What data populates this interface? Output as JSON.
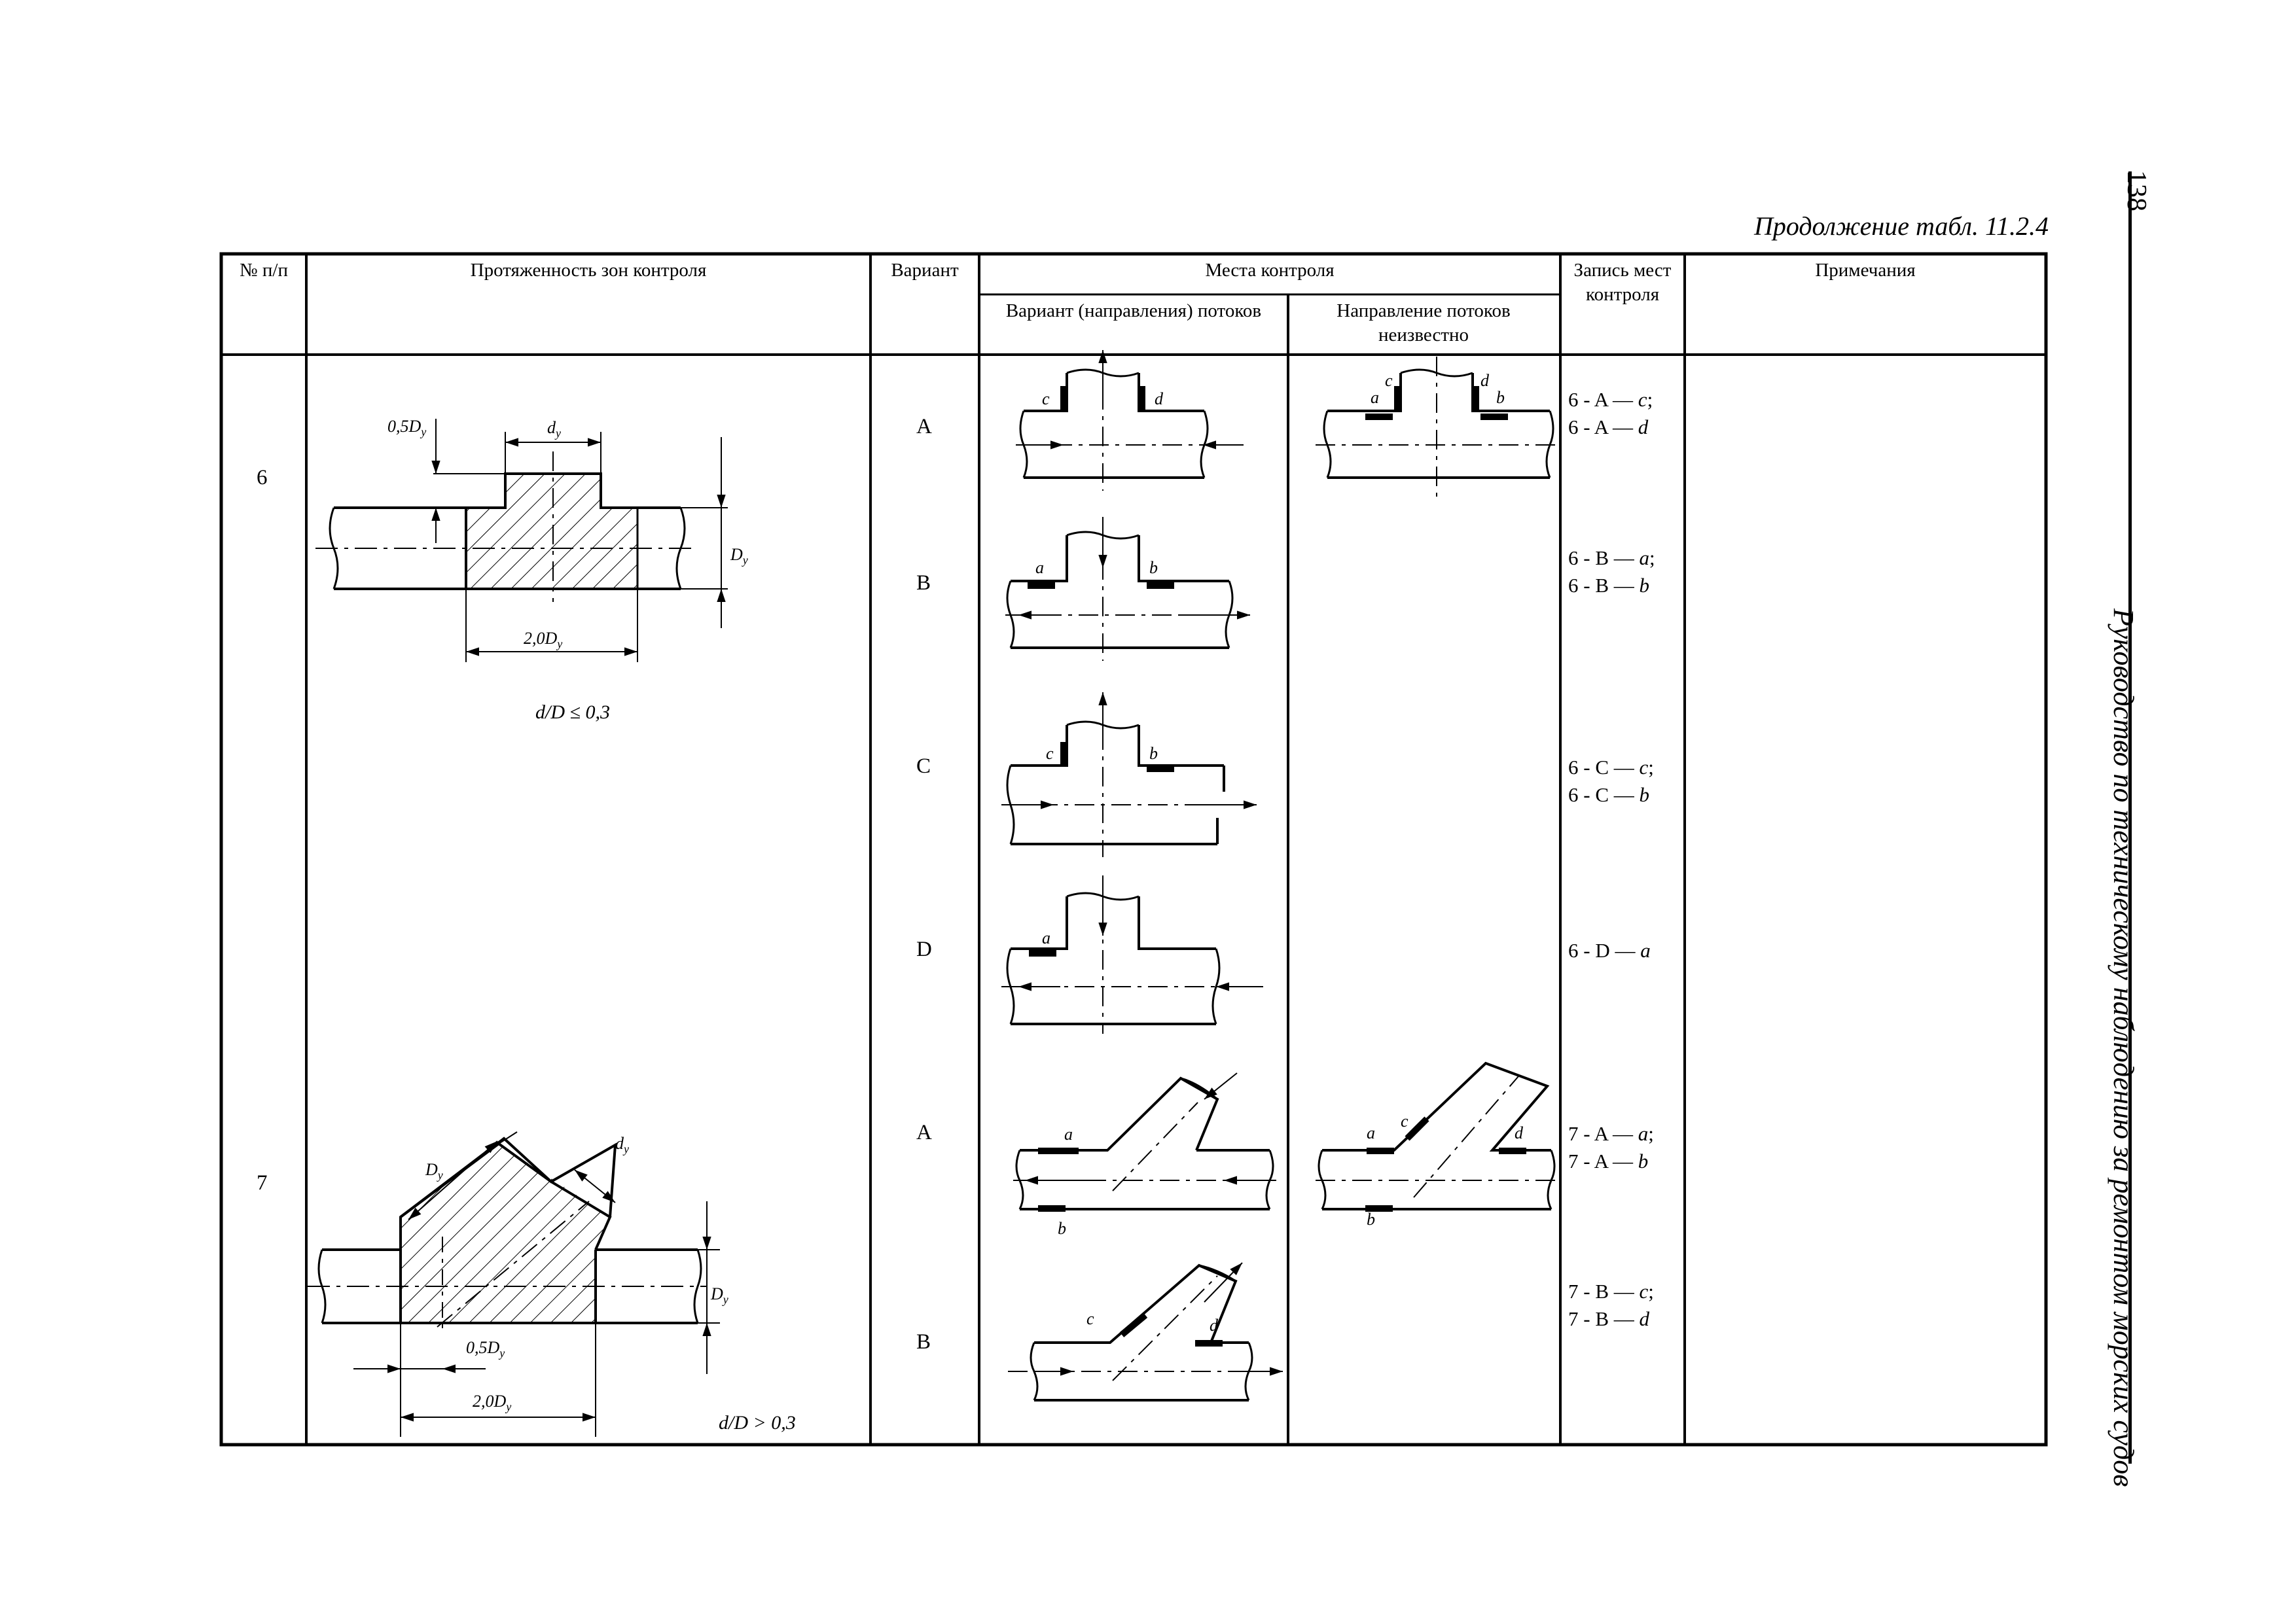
{
  "caption": "Продолжение табл. 11.2.4",
  "page_number": "138",
  "running_title": "Руководство по техническому наблюдению за ремонтом морских судов",
  "header": {
    "col_no": "№ п/п",
    "col_zone": "Протяженность зон контроля",
    "col_variant": "Вариант",
    "col_places": "Места контроля",
    "col_flow_known": "Вариант (направления) потоков",
    "col_flow_unknown": "Направление потоков неизвестно",
    "col_record": "Запись мест контроля",
    "col_notes": "Примечания"
  },
  "rows": [
    {
      "no": "6",
      "zone_labels": {
        "half_d": "0,5D",
        "small_d": "d",
        "big_d": "D",
        "len": "2,0D",
        "cond": "d/D ≤ 0,3",
        "sub": "y"
      },
      "variants": [
        {
          "v": "A",
          "rec": [
            "6 - A — ",
            "c",
            ";",
            "6 - A — ",
            "d",
            ""
          ]
        },
        {
          "v": "B",
          "rec": [
            "6 - B — ",
            "a",
            ";",
            "6 - B — ",
            "b",
            ""
          ]
        },
        {
          "v": "C",
          "rec": [
            "6 - C — ",
            "c",
            ";",
            "6 - C — ",
            "b",
            ""
          ]
        },
        {
          "v": "D",
          "rec": [
            "6 - D — ",
            "a",
            "",
            "",
            "",
            ""
          ]
        }
      ]
    },
    {
      "no": "7",
      "zone_labels": {
        "half_d": "0,5D",
        "small_d": "d",
        "big_d": "D",
        "len": "2,0D",
        "cond": "d/D > 0,3",
        "sub": "y"
      },
      "variants": [
        {
          "v": "A",
          "rec": [
            "7 - A — ",
            "a",
            ";",
            "7 - A — ",
            "b",
            ""
          ]
        },
        {
          "v": "B",
          "rec": [
            "7 - B — ",
            "c",
            ";",
            "7 - B — ",
            "d",
            ""
          ]
        }
      ]
    }
  ],
  "point_labels": {
    "a": "a",
    "b": "b",
    "c": "c",
    "d": "d"
  }
}
